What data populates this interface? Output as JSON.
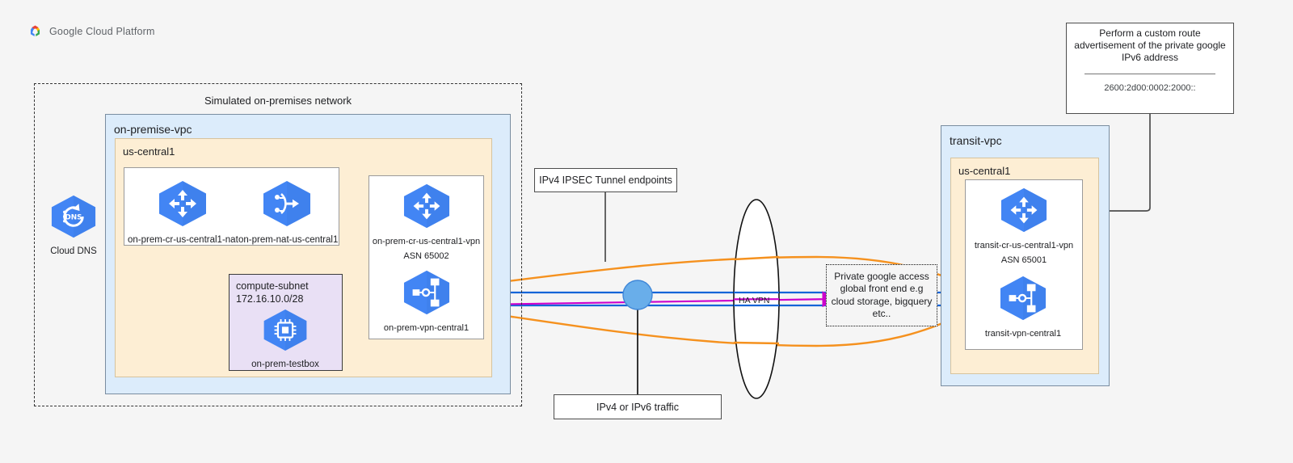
{
  "brand": {
    "logo_icon": "google-cloud-logo-icon",
    "wordmark": "Google Cloud Platform"
  },
  "onprem": {
    "outer_label": "Simulated on-premises network",
    "vpc_label": "on-premise-vpc",
    "region_label": "us-central1",
    "cloud_dns": {
      "icon": "cloud-dns-icon",
      "label": "Cloud DNS"
    },
    "router_group": [
      {
        "icon": "cloud-router-icon",
        "label": "on-prem-cr-us-central1-nat"
      },
      {
        "icon": "cloud-nat-icon",
        "label": "on-prem-nat-us-central1"
      }
    ],
    "subnet": {
      "name": "compute-subnet",
      "cidr": "172.16.10.0/28",
      "vm": {
        "icon": "compute-instance-icon",
        "label": "on-prem-testbox"
      }
    },
    "vpn_group": {
      "router": {
        "icon": "cloud-router-icon",
        "label": "on-prem-cr-us-central1-vpn",
        "asn": "ASN 65002"
      },
      "gateway": {
        "icon": "vpn-gateway-icon",
        "label": "on-prem-vpn-central1"
      }
    }
  },
  "middle": {
    "tunnel_note": "IPv4 IPSEC Tunnel endpoints",
    "traffic_note": "IPv4 or IPv6 traffic",
    "havpn_label": "HA VPN",
    "tunnel_endpoint_icon": "tunnel-endpoint-node-icon",
    "pga_note": "Private google access global front end e.g cloud storage, bigquery etc.."
  },
  "transit": {
    "vpc_label": "transit-vpc",
    "region_label": "us-central1",
    "router": {
      "icon": "cloud-router-icon",
      "label": "transit-cr-us-central1-vpn",
      "asn": "ASN 65001"
    },
    "gateway": {
      "icon": "vpn-gateway-icon",
      "label": "transit-vpn-central1"
    }
  },
  "route_note": {
    "text": "Perform a custom route advertisement of the private google IPv6 address",
    "address": "2600:2d00:0002:2000::"
  },
  "colors": {
    "orange": "#f5911e",
    "blue_line": "#1565d8",
    "magenta": "#cc00cc",
    "gcp_blue": "#4285f4",
    "vpc_fill": "#dcecfb",
    "region_fill": "#fdeed4",
    "subnet_fill": "#e9e0f5"
  }
}
